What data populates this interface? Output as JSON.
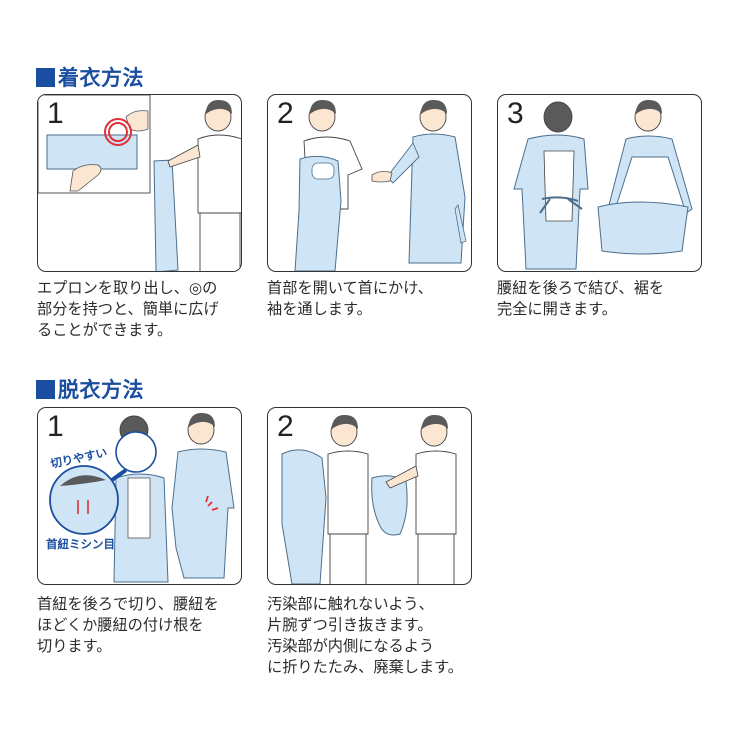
{
  "sections": [
    {
      "title": "着衣方法",
      "steps": [
        {
          "number": "1",
          "caption_lines": [
            "エプロンを取り出し、◎の",
            "部分を持つと、簡単に広げ",
            "ることができます。"
          ]
        },
        {
          "number": "2",
          "caption_lines": [
            "首部を開いて首にかけ、",
            "袖を通します。"
          ]
        },
        {
          "number": "3",
          "caption_lines": [
            "腰紐を後ろで結び、裾を",
            "完全に開きます。"
          ]
        }
      ]
    },
    {
      "title": "脱衣方法",
      "steps": [
        {
          "number": "1",
          "caption_lines": [
            "首紐を後ろで切り、腰紐を",
            "ほどくか腰紐の付け根を",
            "切ります。"
          ],
          "callouts": {
            "easy_cut": "切りやすい",
            "perforation": "首紐ミシン目"
          }
        },
        {
          "number": "2",
          "caption_lines": [
            "汚染部に触れないよう、",
            "片腕ずつ引き抜きます。",
            "汚染部が内側になるよう",
            "に折りたたみ、廃棄します。"
          ]
        }
      ]
    }
  ],
  "colors": {
    "accent": "#1a4ea0",
    "gown": "#cfe4f4",
    "gown_stroke": "#4a6f8f",
    "mark_red": "#e0303a",
    "hair": "#5a5a5a",
    "skin": "#fbe6d2"
  }
}
